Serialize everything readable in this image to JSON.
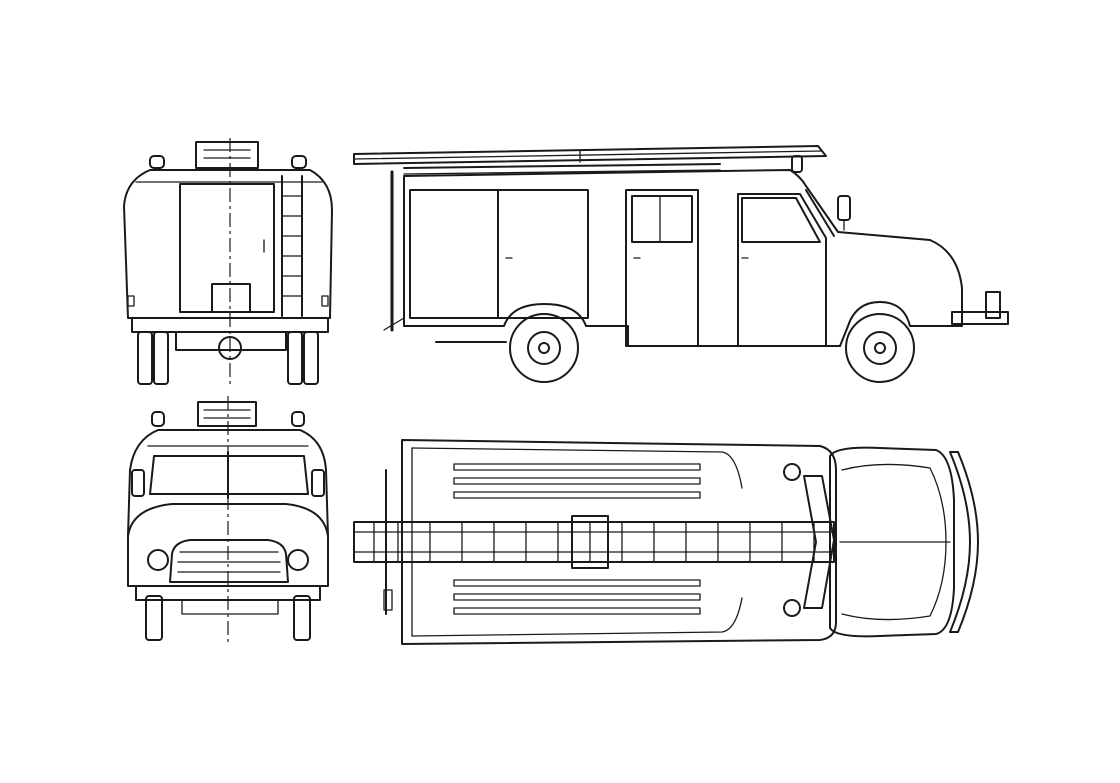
{
  "drawing": {
    "colors": {
      "background": "#ffffff",
      "ink": "#1a1a1a"
    },
    "views": [
      "rear",
      "side",
      "front",
      "top"
    ]
  }
}
